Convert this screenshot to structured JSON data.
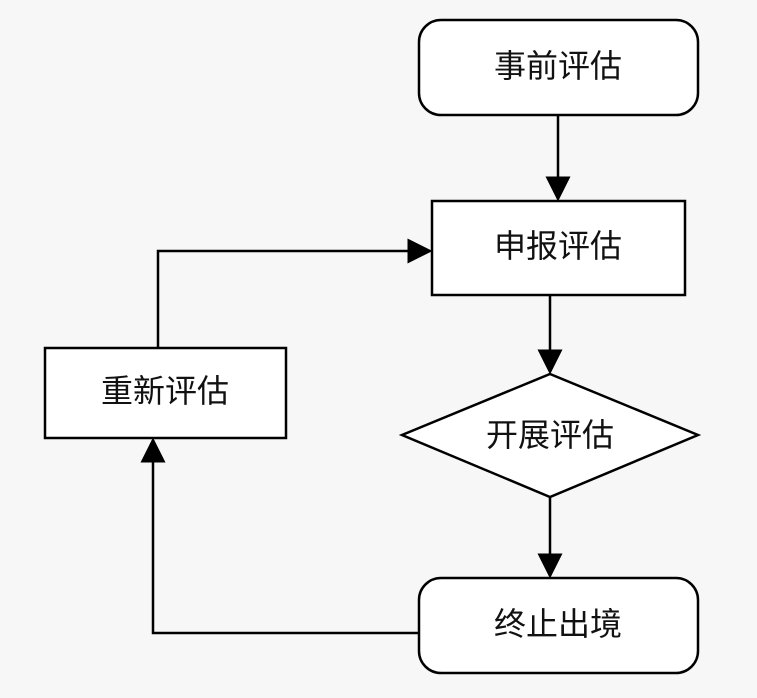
{
  "nodes": {
    "pre_assessment": "事前评估",
    "declare_assessment": "申报评估",
    "conduct_assessment": "开展评估",
    "reassessment": "重新评估",
    "terminate_exit": "终止出境"
  }
}
